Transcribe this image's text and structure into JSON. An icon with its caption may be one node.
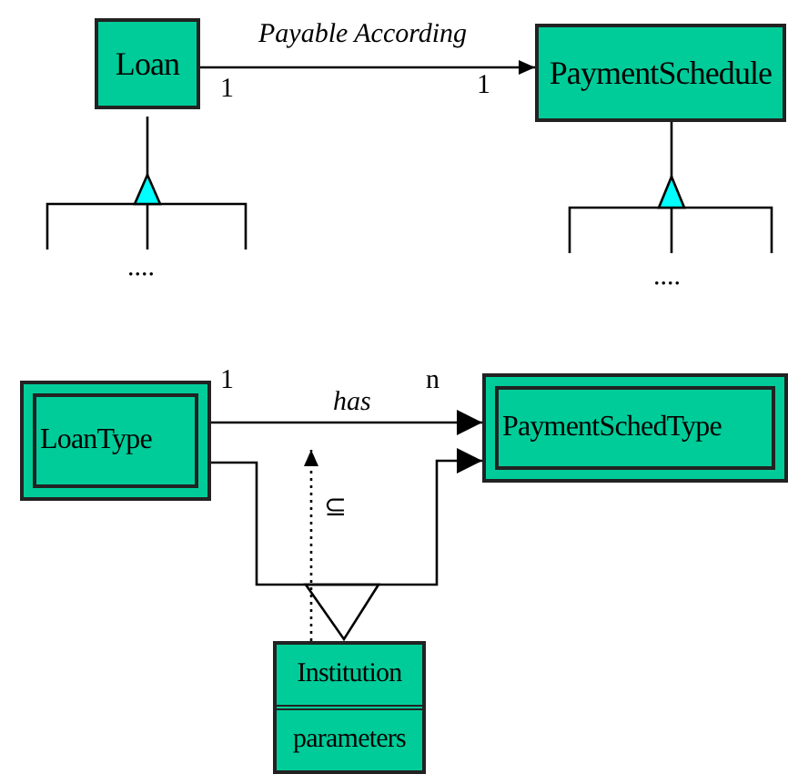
{
  "diagram": {
    "nodes": [
      {
        "text": [
          "Loan"
        ]
      },
      {
        "text": [
          "PaymentSchedule"
        ]
      },
      {
        "text": [
          "LoanType"
        ]
      },
      {
        "text": [
          "PaymentSchedType"
        ]
      },
      {
        "text": [
          "Institution",
          "parameters"
        ]
      }
    ],
    "edges": [
      {
        "from": 0,
        "to": 1,
        "arrow": "to",
        "label": "Payable According"
      },
      {
        "from": 2,
        "to": 3,
        "arrow": "to",
        "label": "has"
      },
      {
        "from": 2,
        "to": 3,
        "arrow": "to"
      },
      {
        "from": 4,
        "to": null,
        "arrow": "to",
        "style": "dashed",
        "label": "⊆"
      }
    ],
    "labels": [
      "1",
      "1",
      "....",
      "....",
      "1",
      "n"
    ]
  }
}
